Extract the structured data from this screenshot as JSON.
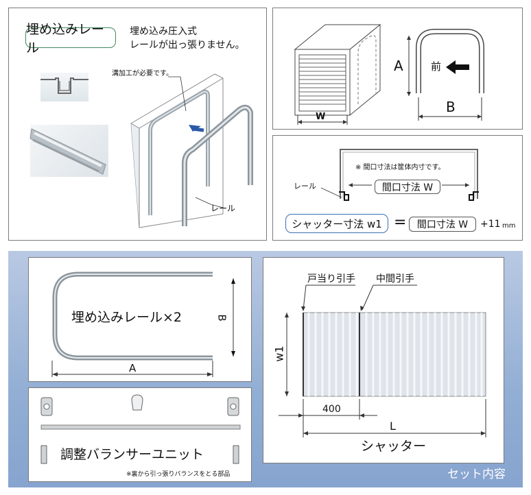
{
  "top_left": {
    "badge": "埋め込みレール",
    "desc_line1": "埋め込み圧入式",
    "desc_line2": "レールが出っ張りません。",
    "groove_note": "溝加工が必要です。",
    "rail_label": "レール"
  },
  "top_right": {
    "dim_A": "A",
    "dim_W": "W",
    "dim_B": "B",
    "front_label": "前"
  },
  "mid_right": {
    "note": "※ 間口寸法は筐体内寸です。",
    "rail_label": "レール",
    "opening_label": "間口寸法 W",
    "formula_left": "シャッター寸法 w1",
    "equals": "=",
    "formula_right": "間口寸法 W",
    "plus": "+11",
    "unit": "mm"
  },
  "set": {
    "rail_label": "埋め込みレール×2",
    "dim_A": "A",
    "dim_B": "B",
    "balancer_label": "調整バランサーユニット",
    "balancer_note": "※裏から引っ張りバランスをとる部品",
    "handle_door": "戸当り引手",
    "handle_mid": "中間引手",
    "dim_w1": "w1",
    "dim_400": "400",
    "dim_L": "L",
    "shutter_label": "シャッター",
    "footer": "セット内容"
  },
  "colors": {
    "accent_green": "#3e8a5a",
    "accent_blue": "#3a6fb0",
    "panel_blue": "#92aed4",
    "arrow_blue": "#2a5aa8"
  }
}
